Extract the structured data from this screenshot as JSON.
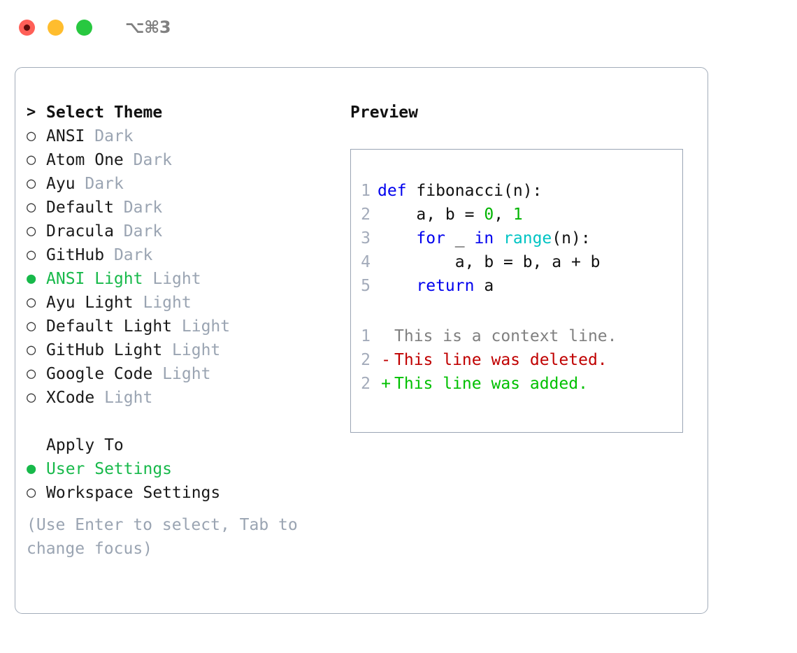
{
  "titlebar": {
    "shortcut": "⌥⌘3",
    "buttons": [
      {
        "name": "close",
        "color": "#ff5f57"
      },
      {
        "name": "minimize",
        "color": "#ffbd2e"
      },
      {
        "name": "maximize",
        "color": "#28c840"
      }
    ]
  },
  "theme_picker": {
    "header": {
      "marker": ">",
      "label": "Select Theme"
    },
    "items": [
      {
        "marker": "○",
        "label": "ANSI",
        "suffix": "Dark",
        "selected": false
      },
      {
        "marker": "○",
        "label": "Atom One",
        "suffix": "Dark",
        "selected": false
      },
      {
        "marker": "○",
        "label": "Ayu",
        "suffix": "Dark",
        "selected": false
      },
      {
        "marker": "○",
        "label": "Default",
        "suffix": "Dark",
        "selected": false
      },
      {
        "marker": "○",
        "label": "Dracula",
        "suffix": "Dark",
        "selected": false
      },
      {
        "marker": "○",
        "label": "GitHub",
        "suffix": "Dark",
        "selected": false
      },
      {
        "marker": "●",
        "label": "ANSI Light",
        "suffix": "Light",
        "selected": true
      },
      {
        "marker": "○",
        "label": "Ayu Light",
        "suffix": "Light",
        "selected": false
      },
      {
        "marker": "○",
        "label": "Default Light",
        "suffix": "Light",
        "selected": false
      },
      {
        "marker": "○",
        "label": "GitHub Light",
        "suffix": "Light",
        "selected": false
      },
      {
        "marker": "○",
        "label": "Google Code",
        "suffix": "Light",
        "selected": false
      },
      {
        "marker": "○",
        "label": "XCode",
        "suffix": "Light",
        "selected": false
      }
    ]
  },
  "apply_to": {
    "header": {
      "marker": " ",
      "label": "Apply To"
    },
    "items": [
      {
        "marker": "●",
        "label": "User Settings",
        "selected": true
      },
      {
        "marker": "○",
        "label": "Workspace Settings",
        "selected": false
      }
    ]
  },
  "hint": "(Use Enter to select, Tab to change focus)",
  "preview": {
    "title": "Preview",
    "code_lines": [
      {
        "no": "1",
        "segments": [
          {
            "text": "def ",
            "cls": "tok-kw"
          },
          {
            "text": "fibonacci(n):",
            "cls": "tok-fn"
          }
        ]
      },
      {
        "no": "2",
        "segments": [
          {
            "text": "    a, b = ",
            "cls": "tok-pl"
          },
          {
            "text": "0",
            "cls": "tok-num"
          },
          {
            "text": ", ",
            "cls": "tok-pl"
          },
          {
            "text": "1",
            "cls": "tok-num"
          }
        ]
      },
      {
        "no": "3",
        "segments": [
          {
            "text": "    ",
            "cls": "tok-pl"
          },
          {
            "text": "for",
            "cls": "tok-kw"
          },
          {
            "text": " _ ",
            "cls": "tok-pl"
          },
          {
            "text": "in",
            "cls": "tok-kw"
          },
          {
            "text": " ",
            "cls": "tok-pl"
          },
          {
            "text": "range",
            "cls": "tok-call"
          },
          {
            "text": "(n):",
            "cls": "tok-pl"
          }
        ]
      },
      {
        "no": "4",
        "segments": [
          {
            "text": "        a, b = b, a + b",
            "cls": "tok-pl"
          }
        ]
      },
      {
        "no": "5",
        "segments": [
          {
            "text": "    ",
            "cls": "tok-pl"
          },
          {
            "text": "return",
            "cls": "tok-kw"
          },
          {
            "text": " a",
            "cls": "tok-pl"
          }
        ]
      }
    ],
    "diff_lines": [
      {
        "no": "1",
        "mark": " ",
        "text": "This is a context line.",
        "cls": "tok-ctx"
      },
      {
        "no": "2",
        "mark": "-",
        "text": "This line was deleted.",
        "cls": "tok-del"
      },
      {
        "no": "2",
        "mark": "+",
        "text": "This line was added.",
        "cls": "tok-add"
      }
    ]
  }
}
